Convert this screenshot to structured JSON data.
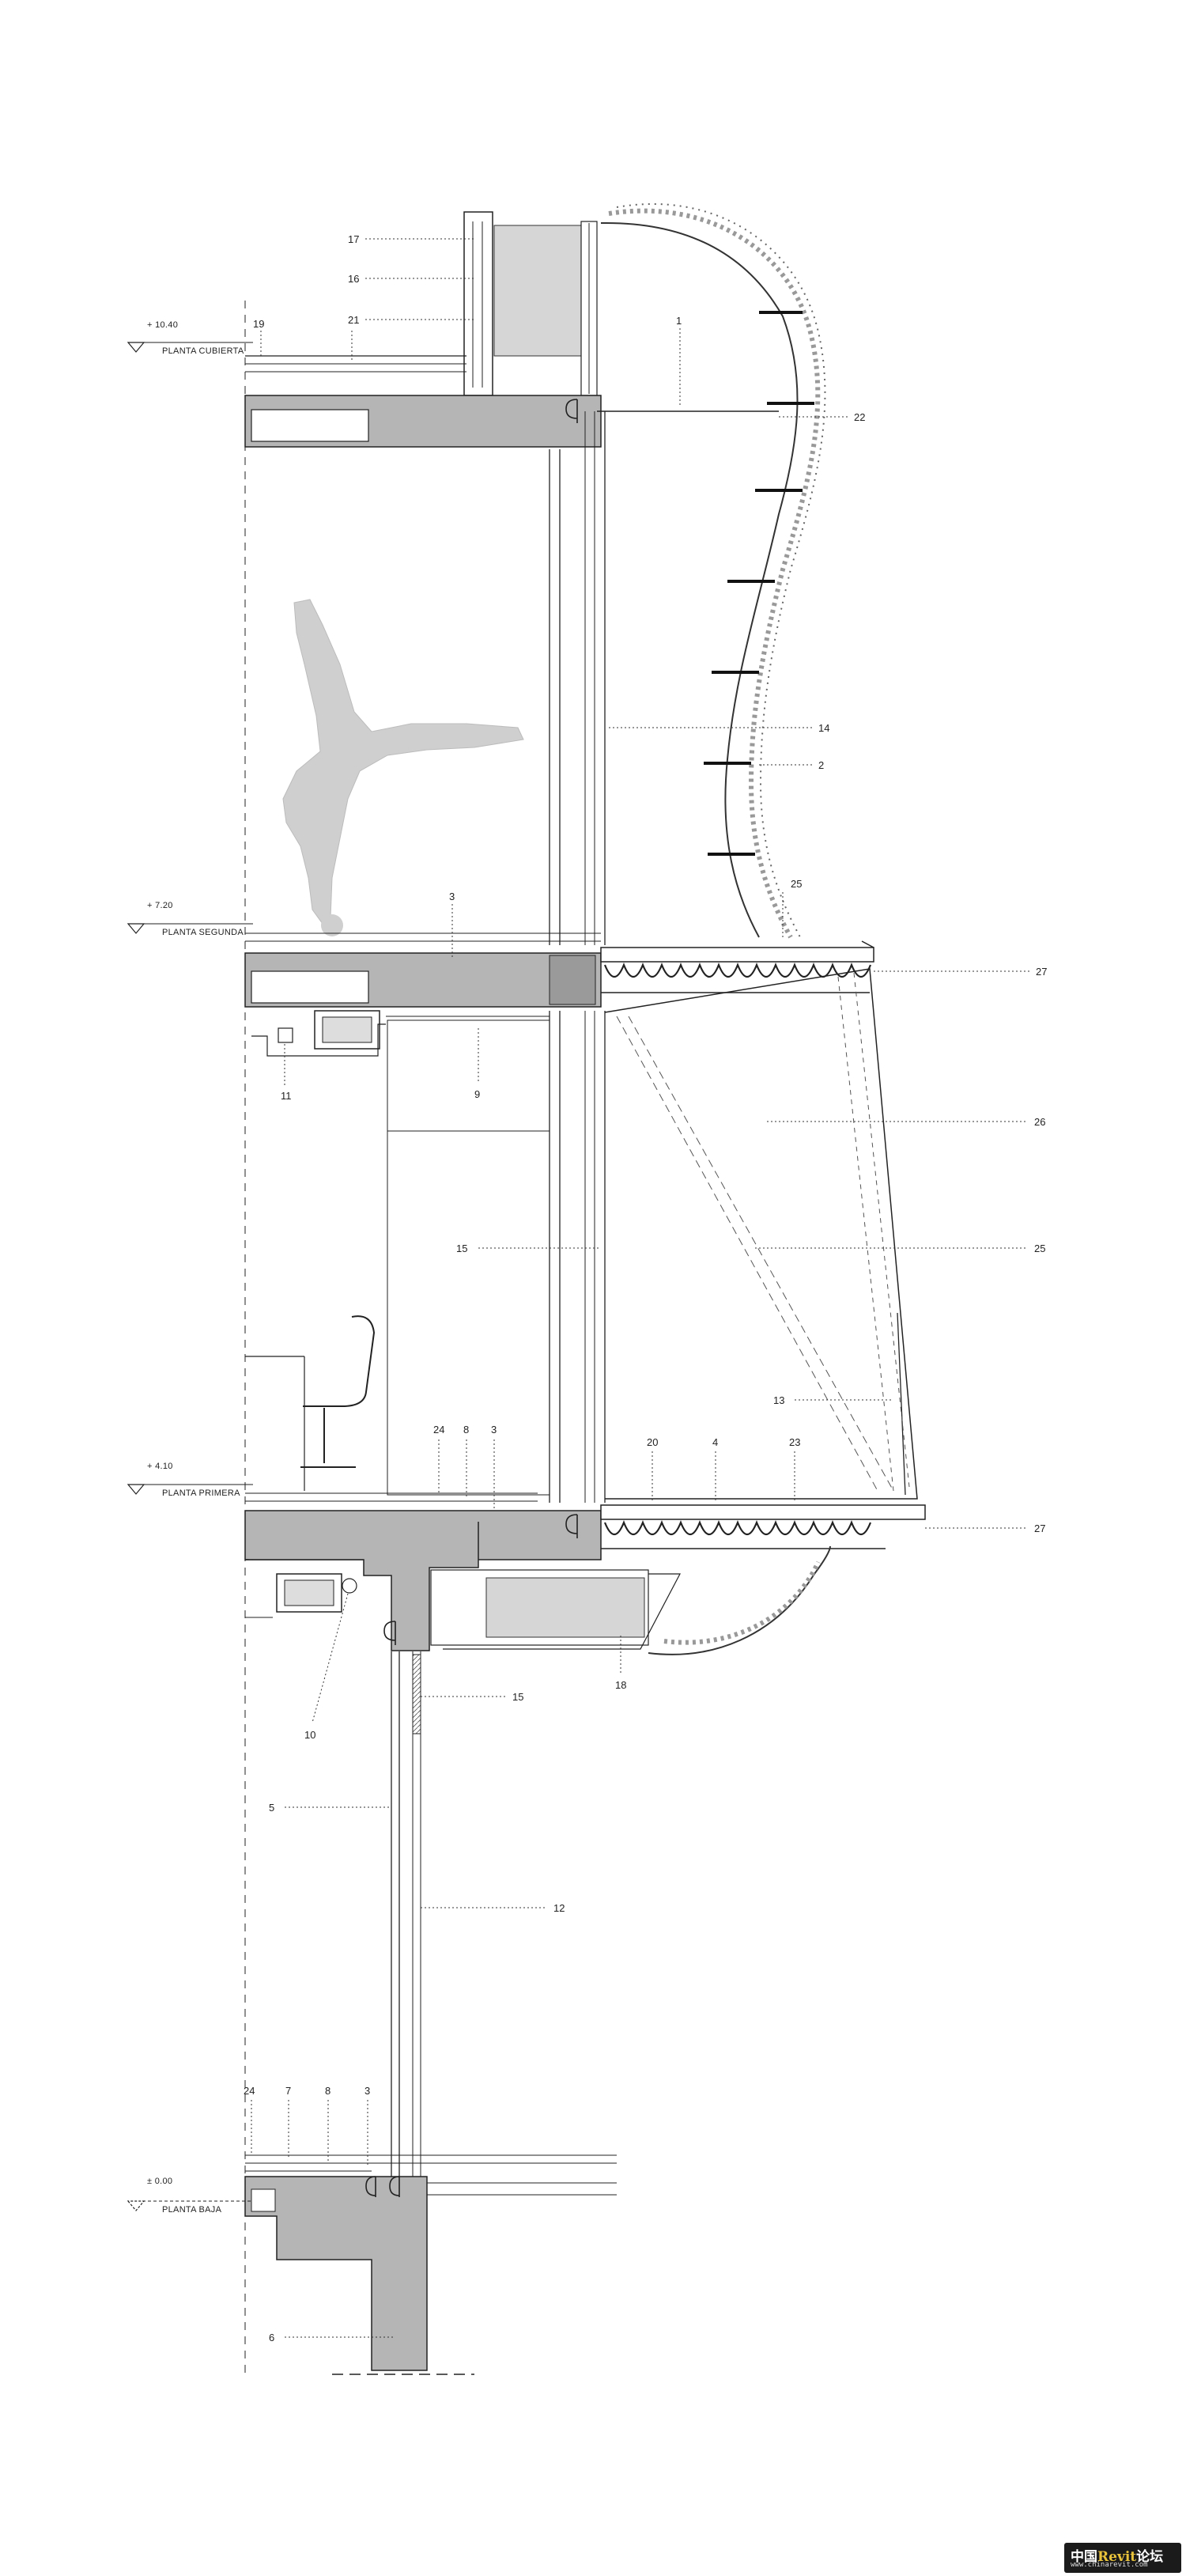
{
  "levels": [
    {
      "elevation": "+ 10.40",
      "name": "PLANTA CUBIERTA"
    },
    {
      "elevation": "+ 7.20",
      "name": "PLANTA SEGUNDA"
    },
    {
      "elevation": "+ 4.10",
      "name": "PLANTA PRIMERA"
    },
    {
      "elevation": "± 0.00",
      "name": "PLANTA BAJA"
    }
  ],
  "callouts": {
    "c17": "17",
    "c16": "16",
    "c21": "21",
    "c19": "19",
    "c1": "1",
    "c22": "22",
    "c14": "14",
    "c2": "2",
    "c25a": "25",
    "c3a": "3",
    "c27a": "27",
    "c11": "11",
    "c9": "9",
    "c26": "26",
    "c15a": "15",
    "c25b": "25",
    "c13": "13",
    "c24a": "24",
    "c8a": "8",
    "c3b": "3",
    "c20": "20",
    "c4": "4",
    "c23": "23",
    "c27b": "27",
    "c10": "10",
    "c15b": "15",
    "c18": "18",
    "c5": "5",
    "c12": "12",
    "c24b": "24",
    "c7": "7",
    "c8b": "8",
    "c3c": "3",
    "c6": "6"
  },
  "watermark": {
    "brand_cn_a": "中国",
    "brand": "Revit",
    "brand_cn_b": "论坛",
    "url": "www.chinarevit.com"
  }
}
